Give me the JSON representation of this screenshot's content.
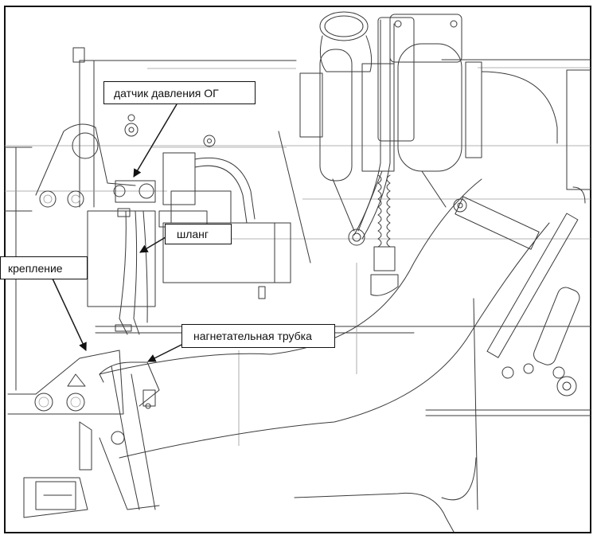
{
  "figure": {
    "type": "engine-component-line-drawing",
    "language": "ru",
    "callouts": [
      {
        "id": "exhaust-pressure-sensor",
        "label": "датчик давления ОГ"
      },
      {
        "id": "hose",
        "label": "шланг"
      },
      {
        "id": "bracket",
        "label": "крепление"
      },
      {
        "id": "boost-tube",
        "label": "нагнетательная трубка"
      }
    ]
  },
  "colors": {
    "line": "#3a3a3a",
    "thin_line": "#9a9a9a",
    "arrow": "#111111",
    "background": "#ffffff",
    "border": "#111111"
  }
}
